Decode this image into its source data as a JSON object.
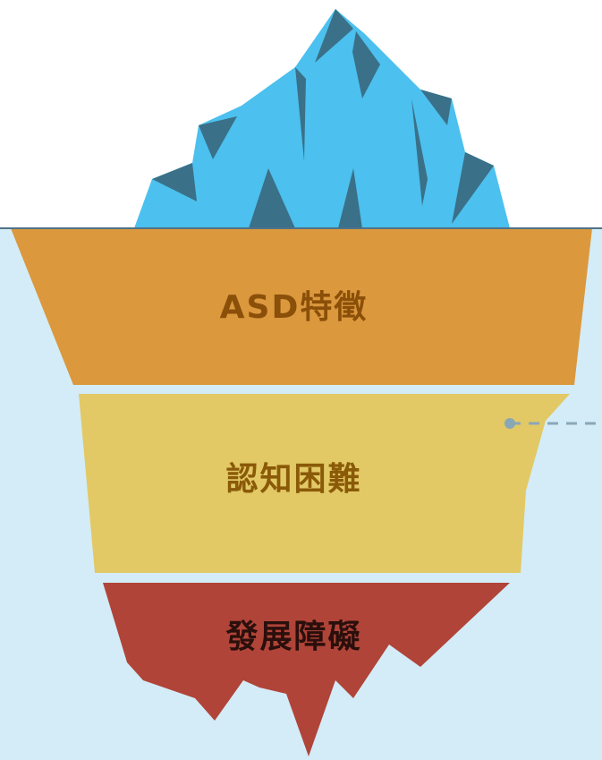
{
  "layers": [
    {
      "label": "ASD特徵"
    },
    {
      "label": "認知困難"
    },
    {
      "label": "發展障礙"
    }
  ],
  "colors": {
    "sky": "#ffffff",
    "water": "#d3ecf7",
    "waterline": "#4e7288",
    "ice_light": "#4cc0ee",
    "ice_dark": "#3a7088",
    "layer_top": "#db983d",
    "layer_mid": "#e2c965",
    "layer_bot": "#b04438",
    "text_top": "#8a4f08",
    "text_mid": "#8a5a08",
    "text_bot": "#2a0f0c",
    "callout": "#8aa7b8"
  }
}
